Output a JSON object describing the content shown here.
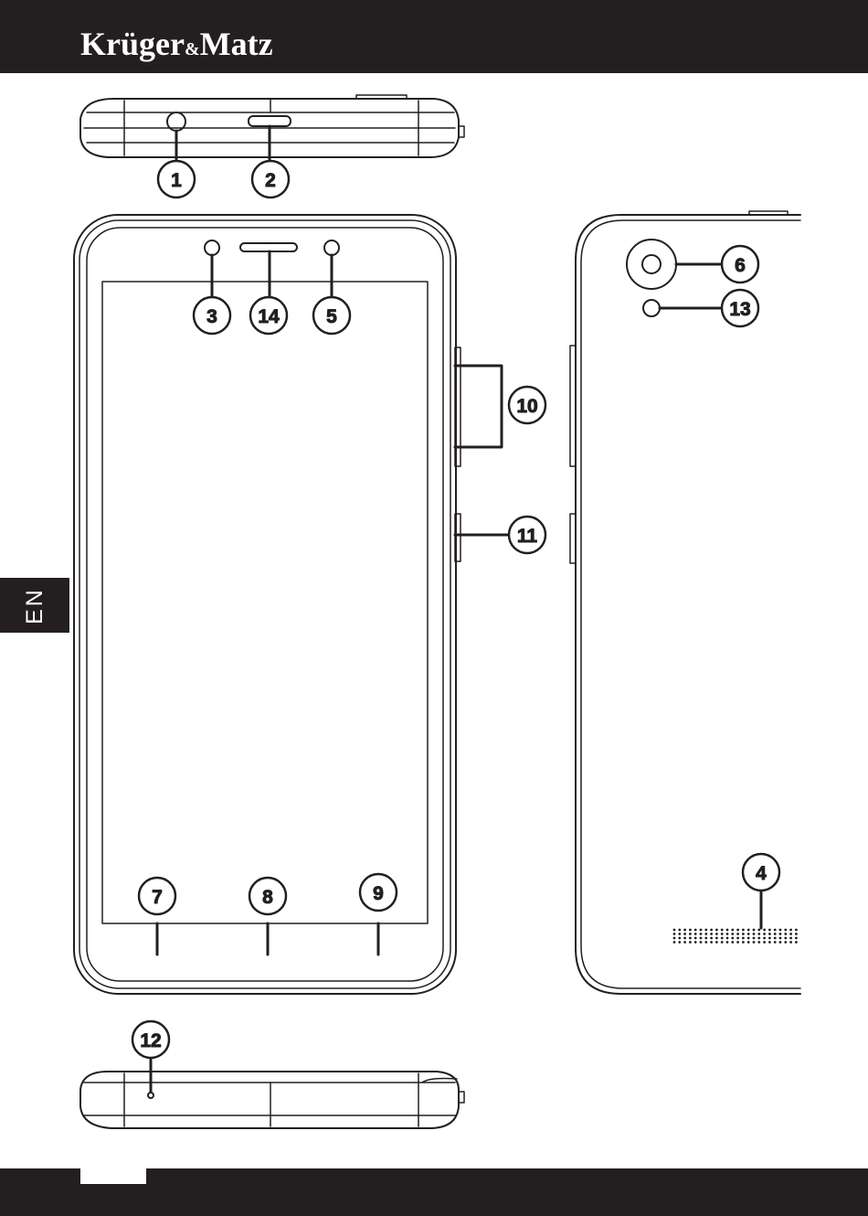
{
  "header": {
    "brand_part1": "Krüger",
    "brand_amp": "&",
    "brand_part2": "Matz"
  },
  "side_tab": {
    "language": "EN"
  },
  "callouts": {
    "c1": "1",
    "c2": "2",
    "c3": "3",
    "c4": "4",
    "c5": "5",
    "c6": "6",
    "c7": "7",
    "c8": "8",
    "c9": "9",
    "c10": "10",
    "c11": "11",
    "c12": "12",
    "c13": "13",
    "c14": "14"
  },
  "colors": {
    "ink": "#231f20",
    "paper": "#ffffff"
  }
}
